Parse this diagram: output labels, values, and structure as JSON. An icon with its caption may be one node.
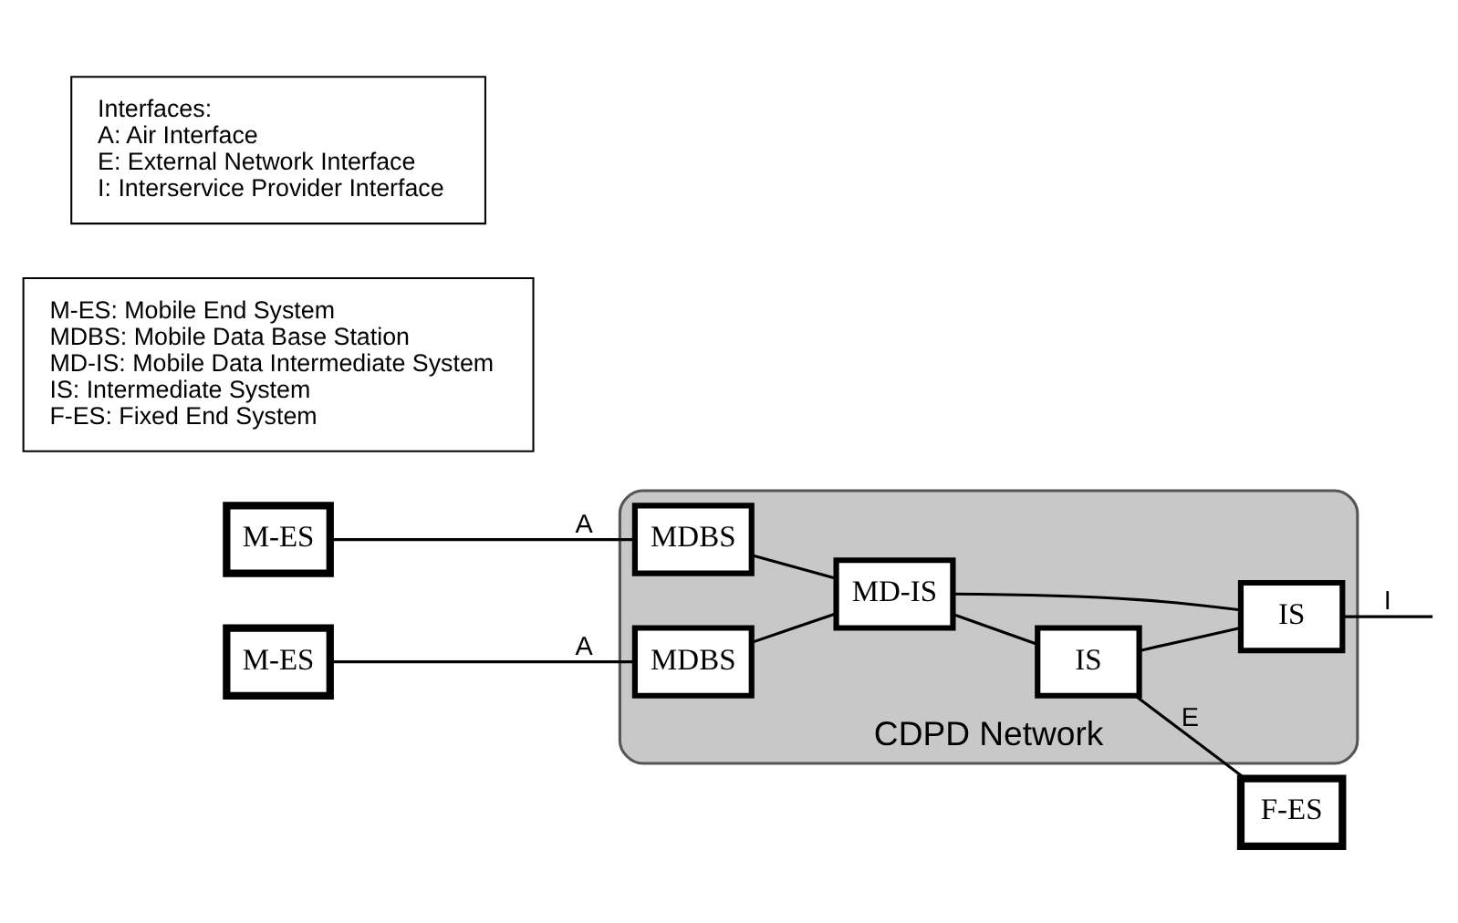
{
  "diagram": {
    "nodes": [
      {
        "text": [
          "CDPD Network"
        ]
      },
      {
        "text": [
          "M-ES"
        ]
      },
      {
        "text": [
          "MDBS"
        ],
        "in": 0
      },
      {
        "text": [
          "MD-IS"
        ],
        "in": 0
      },
      {
        "text": [
          "IS"
        ],
        "in": 0
      },
      {
        "text": [
          "F-ES"
        ]
      },
      {
        "text": [
          "MDBS"
        ],
        "in": 0
      },
      {
        "text": [
          "IS"
        ],
        "in": 0
      },
      {
        "text": [
          "M-ES"
        ]
      },
      {
        "text": [
          "M-ES: Mobile End System",
          "MDBS: Mobile Data Base Station",
          "MD-IS: Mobile Data Intermediate System",
          "IS: Intermediate System",
          "F-ES: Fixed End System"
        ]
      },
      {
        "text": [
          "Interfaces:",
          "A: Air Interface",
          "E: External Network Interface",
          "I: Interservice Provider Interface"
        ]
      }
    ],
    "edges": [
      {
        "from": 1,
        "to": 2,
        "arrow": "none",
        "label": "A"
      },
      {
        "from": 2,
        "to": 3,
        "arrow": "none"
      },
      {
        "from": 3,
        "to": 4,
        "arrow": "none"
      },
      {
        "from": 4,
        "to": 5,
        "arrow": "none",
        "label": "E"
      },
      {
        "from": 6,
        "to": 3,
        "arrow": "none"
      },
      {
        "from": 3,
        "to": 7,
        "arrow": "none"
      },
      {
        "from": 4,
        "to": 7,
        "arrow": "none"
      },
      {
        "from": 8,
        "to": 6,
        "arrow": "none",
        "label": "A"
      },
      {
        "from": 7,
        "to": null,
        "arrow": "none",
        "label": "I"
      }
    ]
  }
}
